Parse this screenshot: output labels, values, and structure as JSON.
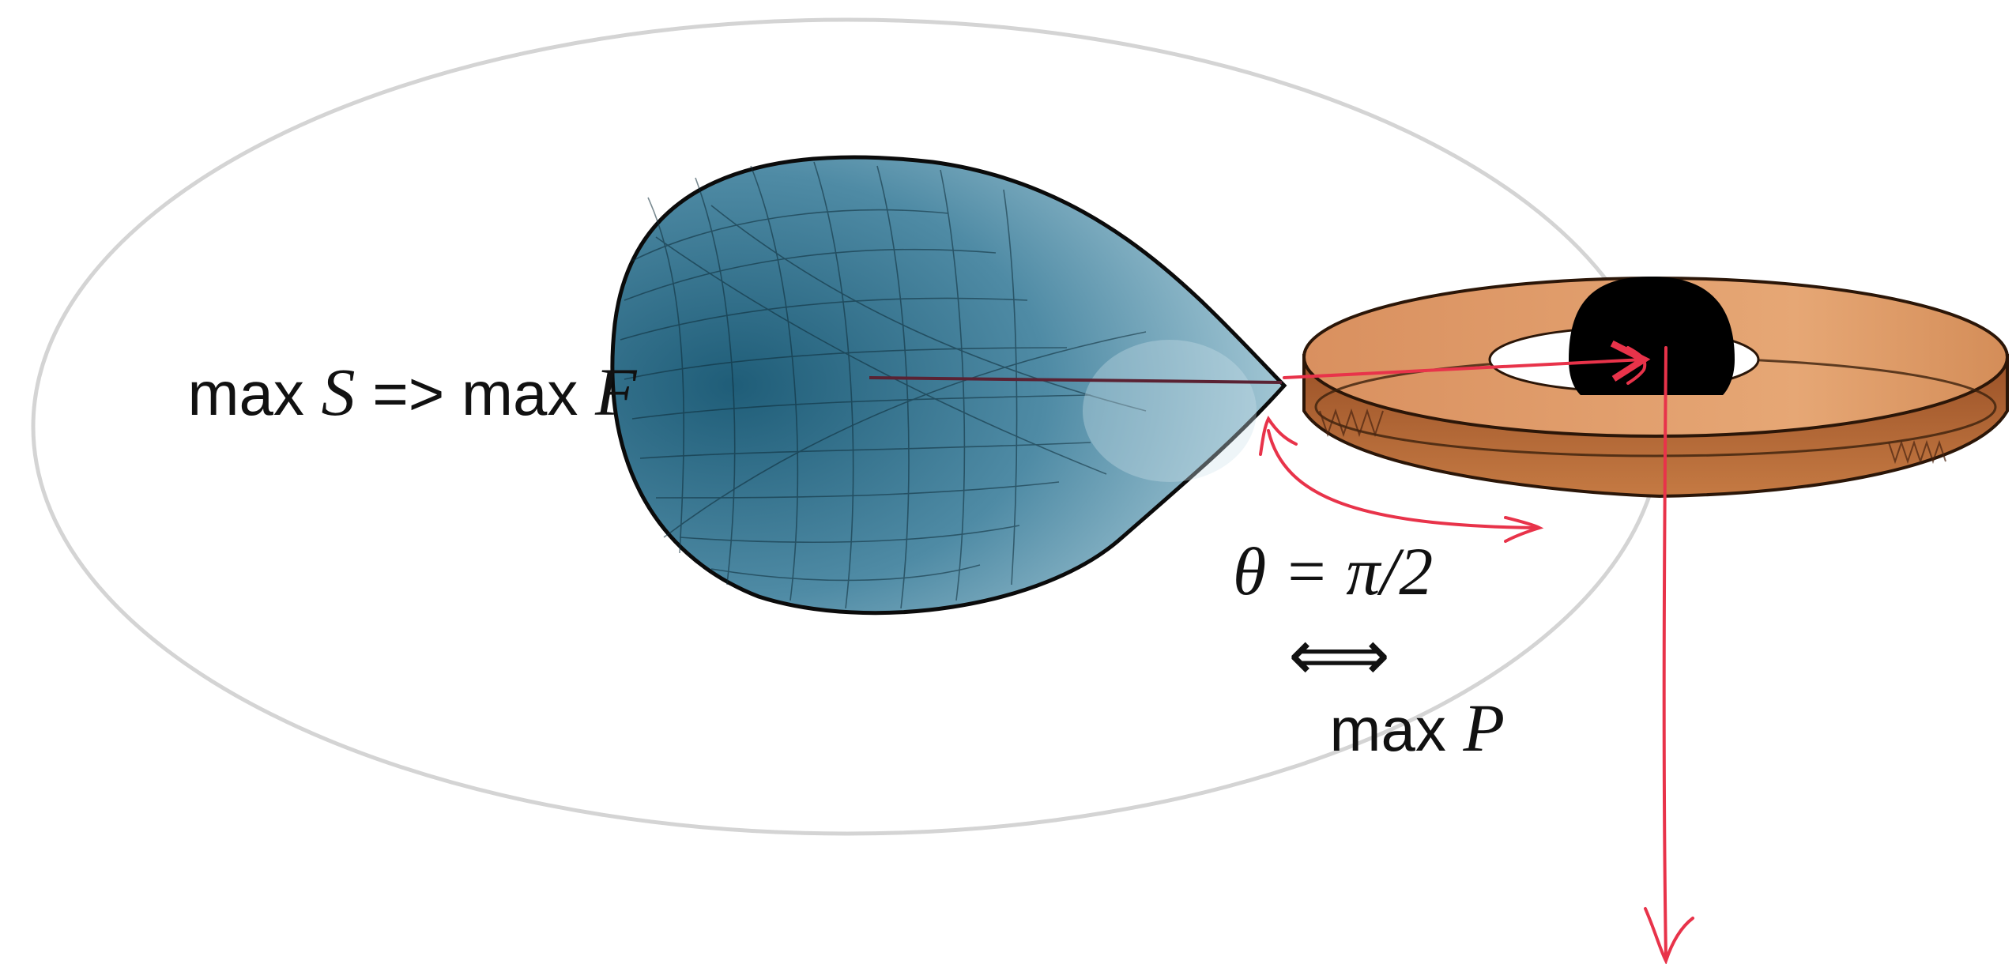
{
  "labels": {
    "left": {
      "prefix": "max ",
      "var1": "S",
      "mid": " => max ",
      "var2": "F"
    },
    "angle": "θ = π/2",
    "equiv": "⟺",
    "bottom": {
      "prefix": "max ",
      "var": "P"
    }
  },
  "colors": {
    "orbit": "#d4d4d4",
    "star_dark": "#1f5d78",
    "star_mid": "#4f8ba5",
    "star_light": "#a9cbd8",
    "disk_top": "#d9905f",
    "disk_top_light": "#e6a775",
    "disk_edge": "#b86a37",
    "black_hole": "#000000",
    "arrow": "#e8334a"
  },
  "icons": {
    "donor_star": "teardrop-star-icon",
    "accretion_disk": "disk-icon",
    "black_hole": "black-hole-icon"
  }
}
